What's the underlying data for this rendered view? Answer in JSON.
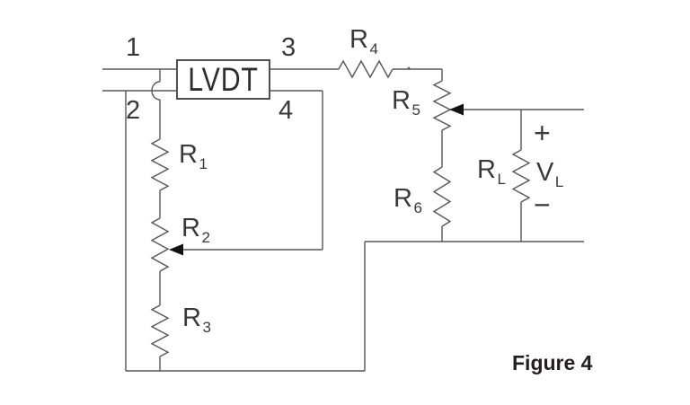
{
  "figure": {
    "caption": "Figure 4"
  },
  "lvdt": {
    "label": "LVDT"
  },
  "terminals": {
    "t1": "1",
    "t2": "2",
    "t3": "3",
    "t4": "4"
  },
  "resistors": {
    "r1": {
      "base": "R",
      "sub": "1"
    },
    "r2": {
      "base": "R",
      "sub": "2"
    },
    "r3": {
      "base": "R",
      "sub": "3"
    },
    "r4": {
      "base": "R",
      "sub": "4"
    },
    "r5": {
      "base": "R",
      "sub": "5"
    },
    "r6": {
      "base": "R",
      "sub": "6"
    },
    "rl": {
      "base": "R",
      "sub": "L"
    }
  },
  "load_voltage": {
    "base": "V",
    "sub": "L",
    "plus": "+",
    "minus": "−"
  },
  "colors": {
    "wire": "#55565a",
    "arrow": "#121212",
    "text": "#39393b",
    "caption": "#231f20",
    "boxBorder": "#4e4f52"
  }
}
